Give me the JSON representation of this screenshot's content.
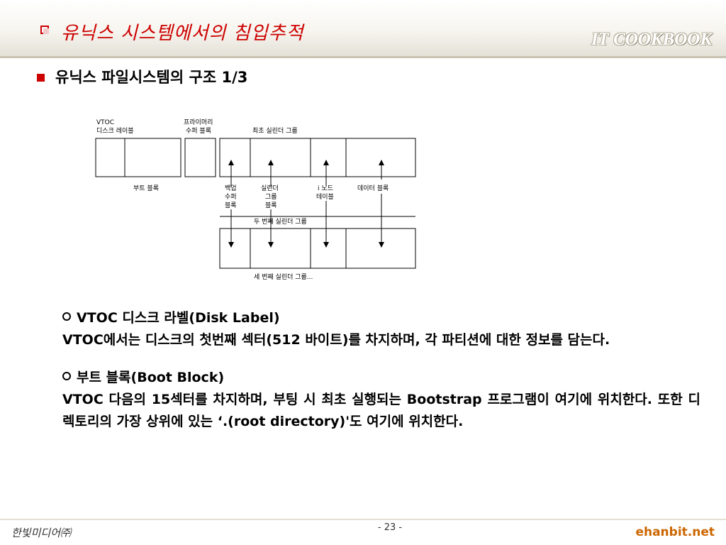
{
  "header": {
    "title": "유닉스 시스템에서의 침입추적",
    "brand": "IT COOKBOOK"
  },
  "section": {
    "title": "유닉스 파일시스템의 구조 1/3"
  },
  "diagram": {
    "labels": {
      "vtoc_line1": "VTOC",
      "vtoc_line2": "디스크 레이블",
      "primary_line1": "프라이머리",
      "primary_line2": "수퍼 블록",
      "first_group": "최초 실린더 그룹",
      "boot_block": "부트 블록",
      "backup_line1": "백업",
      "backup_line2": "수퍼",
      "backup_line3": "블록",
      "cyl_line1": "실린더",
      "cyl_line2": "그룹",
      "cyl_line3": "블록",
      "inode_line1": "i 노드",
      "inode_line2": "테이블",
      "data_block": "데이터 블록",
      "second_group": "두 번째 실린더 그룹",
      "third_group": "세 번째 실린더 그룹..."
    }
  },
  "body": {
    "items": [
      {
        "heading": "VTOC 디스크 라벨(Disk Label)",
        "description": "VTOC에서는 디스크의 첫번째 섹터(512 바이트)를 차지하며, 각 파티션에 대한 정보를 담는다."
      },
      {
        "heading": "부트 블록(Boot Block)",
        "description": "VTOC 다음의 15섹터를 차지하며, 부팅 시 최초 실행되는 Bootstrap 프로그램이 여기에 위치한다. 또한 디렉토리의 가장 상위에 있는 ‘.(root directory)'도 여기에 위치한다."
      }
    ]
  },
  "footer": {
    "publisher": "한빛미디어㈜",
    "page": "- 23 -",
    "site": "ehanbit.net"
  },
  "colors": {
    "accent_red": "#cc0000",
    "footer_orange": "#cc6600"
  }
}
